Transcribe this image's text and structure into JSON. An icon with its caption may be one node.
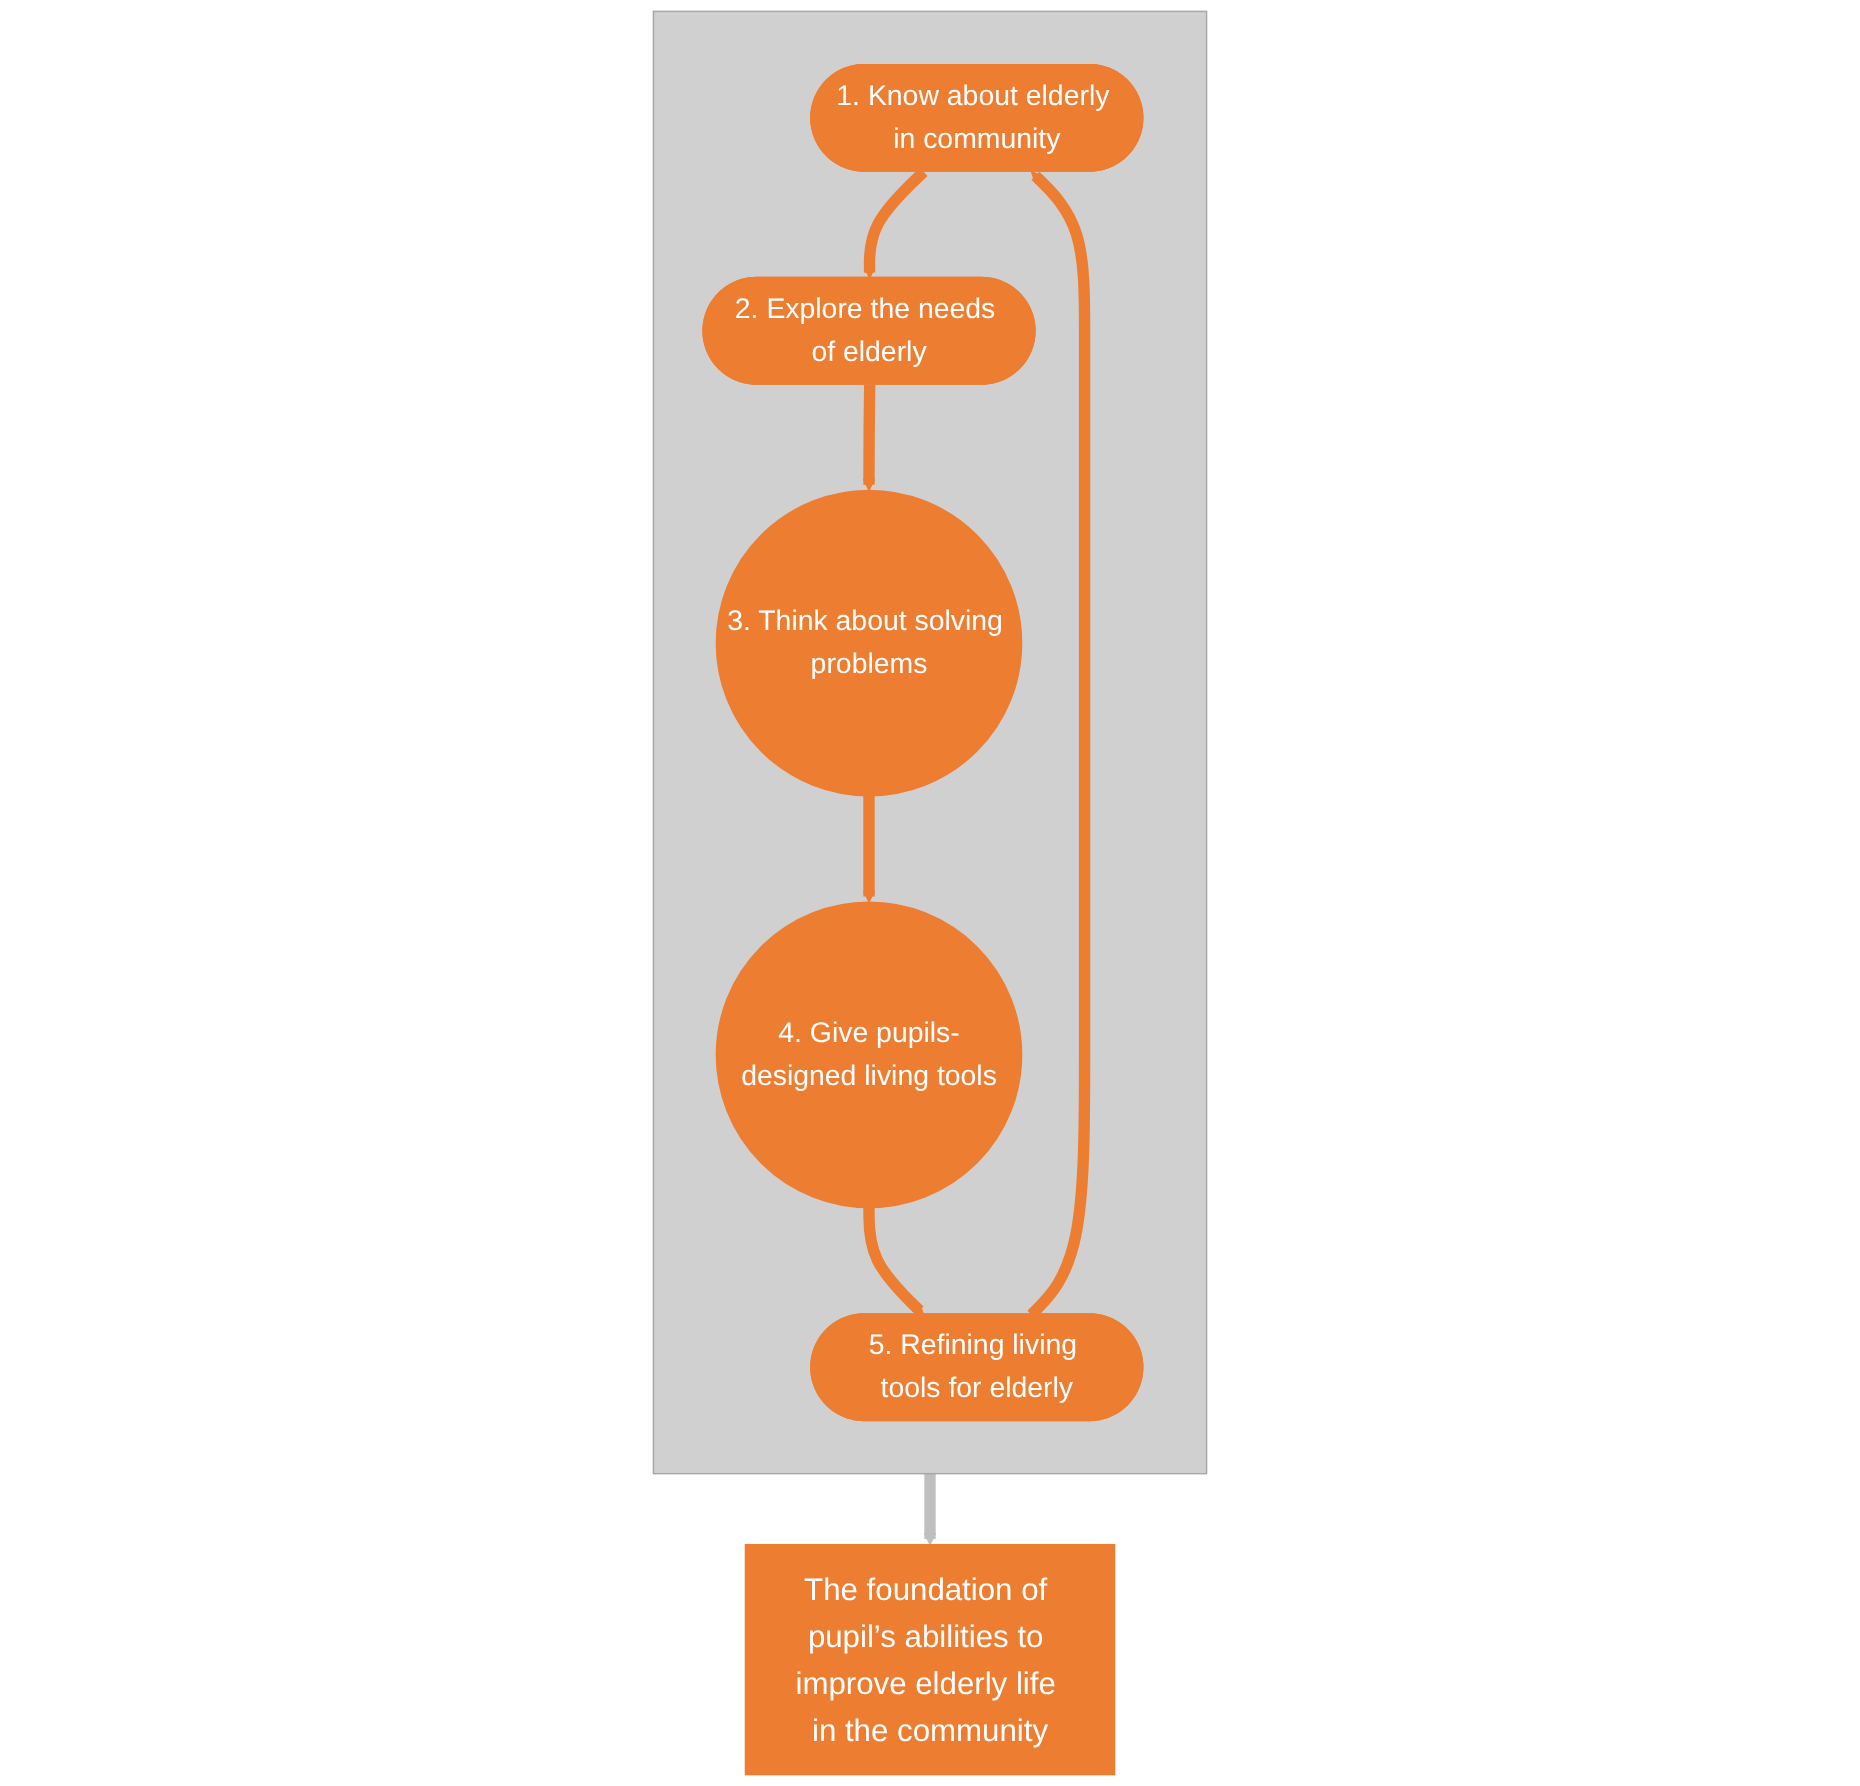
{
  "diagram": {
    "nodes": [
      {
        "text": [],
        "shape": "box"
      },
      {
        "text": [
          "1. Know about elderly in community"
        ],
        "in": 0
      },
      {
        "text": [
          "2. Explore the needs of elderly"
        ],
        "in": 0
      },
      {
        "text": [
          "3. Think about solving problems"
        ],
        "in": 0
      },
      {
        "text": [
          "4. Give pupils-designed living tools"
        ],
        "in": 0
      },
      {
        "text": [
          "5. Refining living tools for elderly"
        ],
        "in": 0
      },
      {
        "text": [
          "The foundation of pupil’s abilities to improve elderly life in the community"
        ]
      }
    ],
    "edges": [
      {
        "from": 1,
        "to": 2,
        "arrow": "to"
      },
      {
        "from": 2,
        "to": 3,
        "arrow": "to"
      },
      {
        "from": 3,
        "to": 4,
        "arrow": "to"
      },
      {
        "from": 4,
        "to": 5,
        "arrow": "to"
      },
      {
        "from": 5,
        "to": 1,
        "arrow": "to"
      },
      {
        "from": 0,
        "to": 6,
        "arrow": "to",
        "color": "#bfbfbf"
      }
    ]
  }
}
